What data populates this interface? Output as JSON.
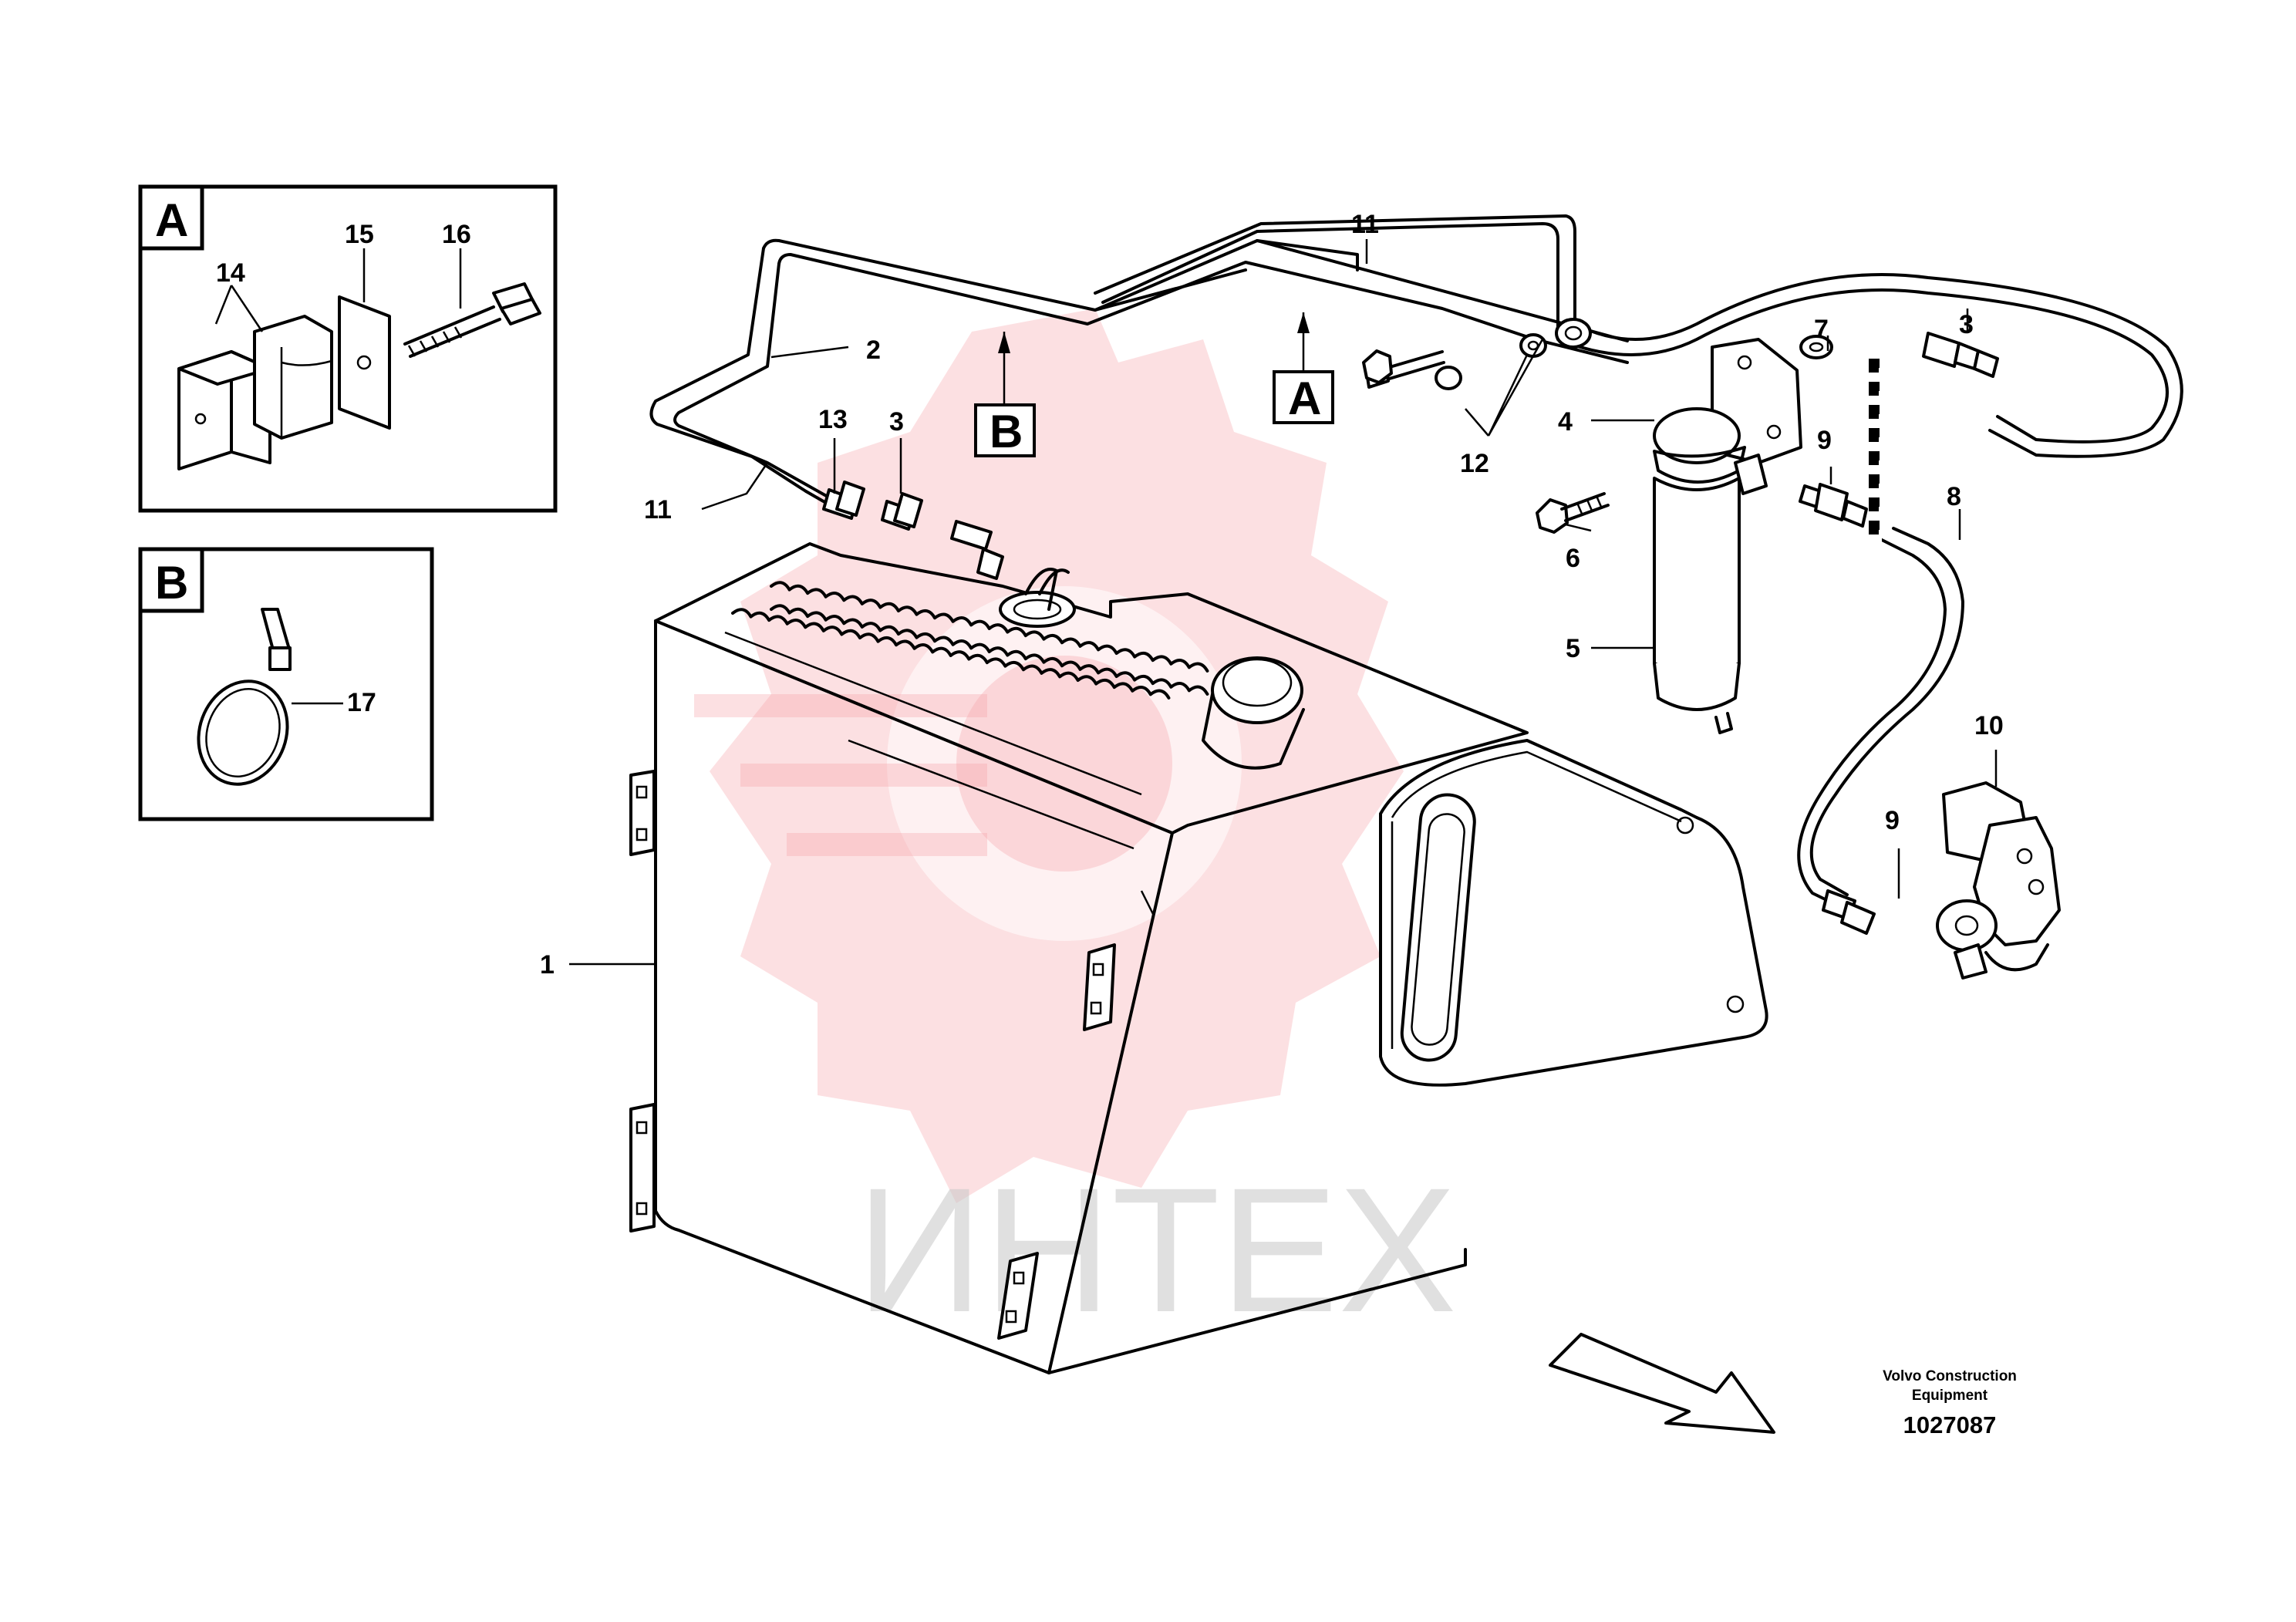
{
  "detail_boxes": {
    "a": {
      "letter": "A",
      "callouts": {
        "p14": "14",
        "p15": "15",
        "p16": "16"
      }
    },
    "b": {
      "letter": "B",
      "callouts": {
        "p17": "17"
      }
    }
  },
  "view_markers": {
    "a": "A",
    "b": "B"
  },
  "callouts": {
    "p1": "1",
    "p2": "2",
    "p3a": "3",
    "p3b": "3",
    "p4": "4",
    "p5": "5",
    "p6": "6",
    "p7": "7",
    "p8": "8",
    "p9a": "9",
    "p9b": "9",
    "p10": "10",
    "p11a": "11",
    "p11b": "11",
    "p12": "12",
    "p13": "13"
  },
  "watermark": {
    "text": "ИНТЕХ",
    "color": "#f5a0a5"
  },
  "doc_label": {
    "line1": "Volvo Construction",
    "line2": "Equipment",
    "number": "1027087"
  },
  "icons": [
    "direction-arrow-icon",
    "watermark-gear-icon"
  ]
}
